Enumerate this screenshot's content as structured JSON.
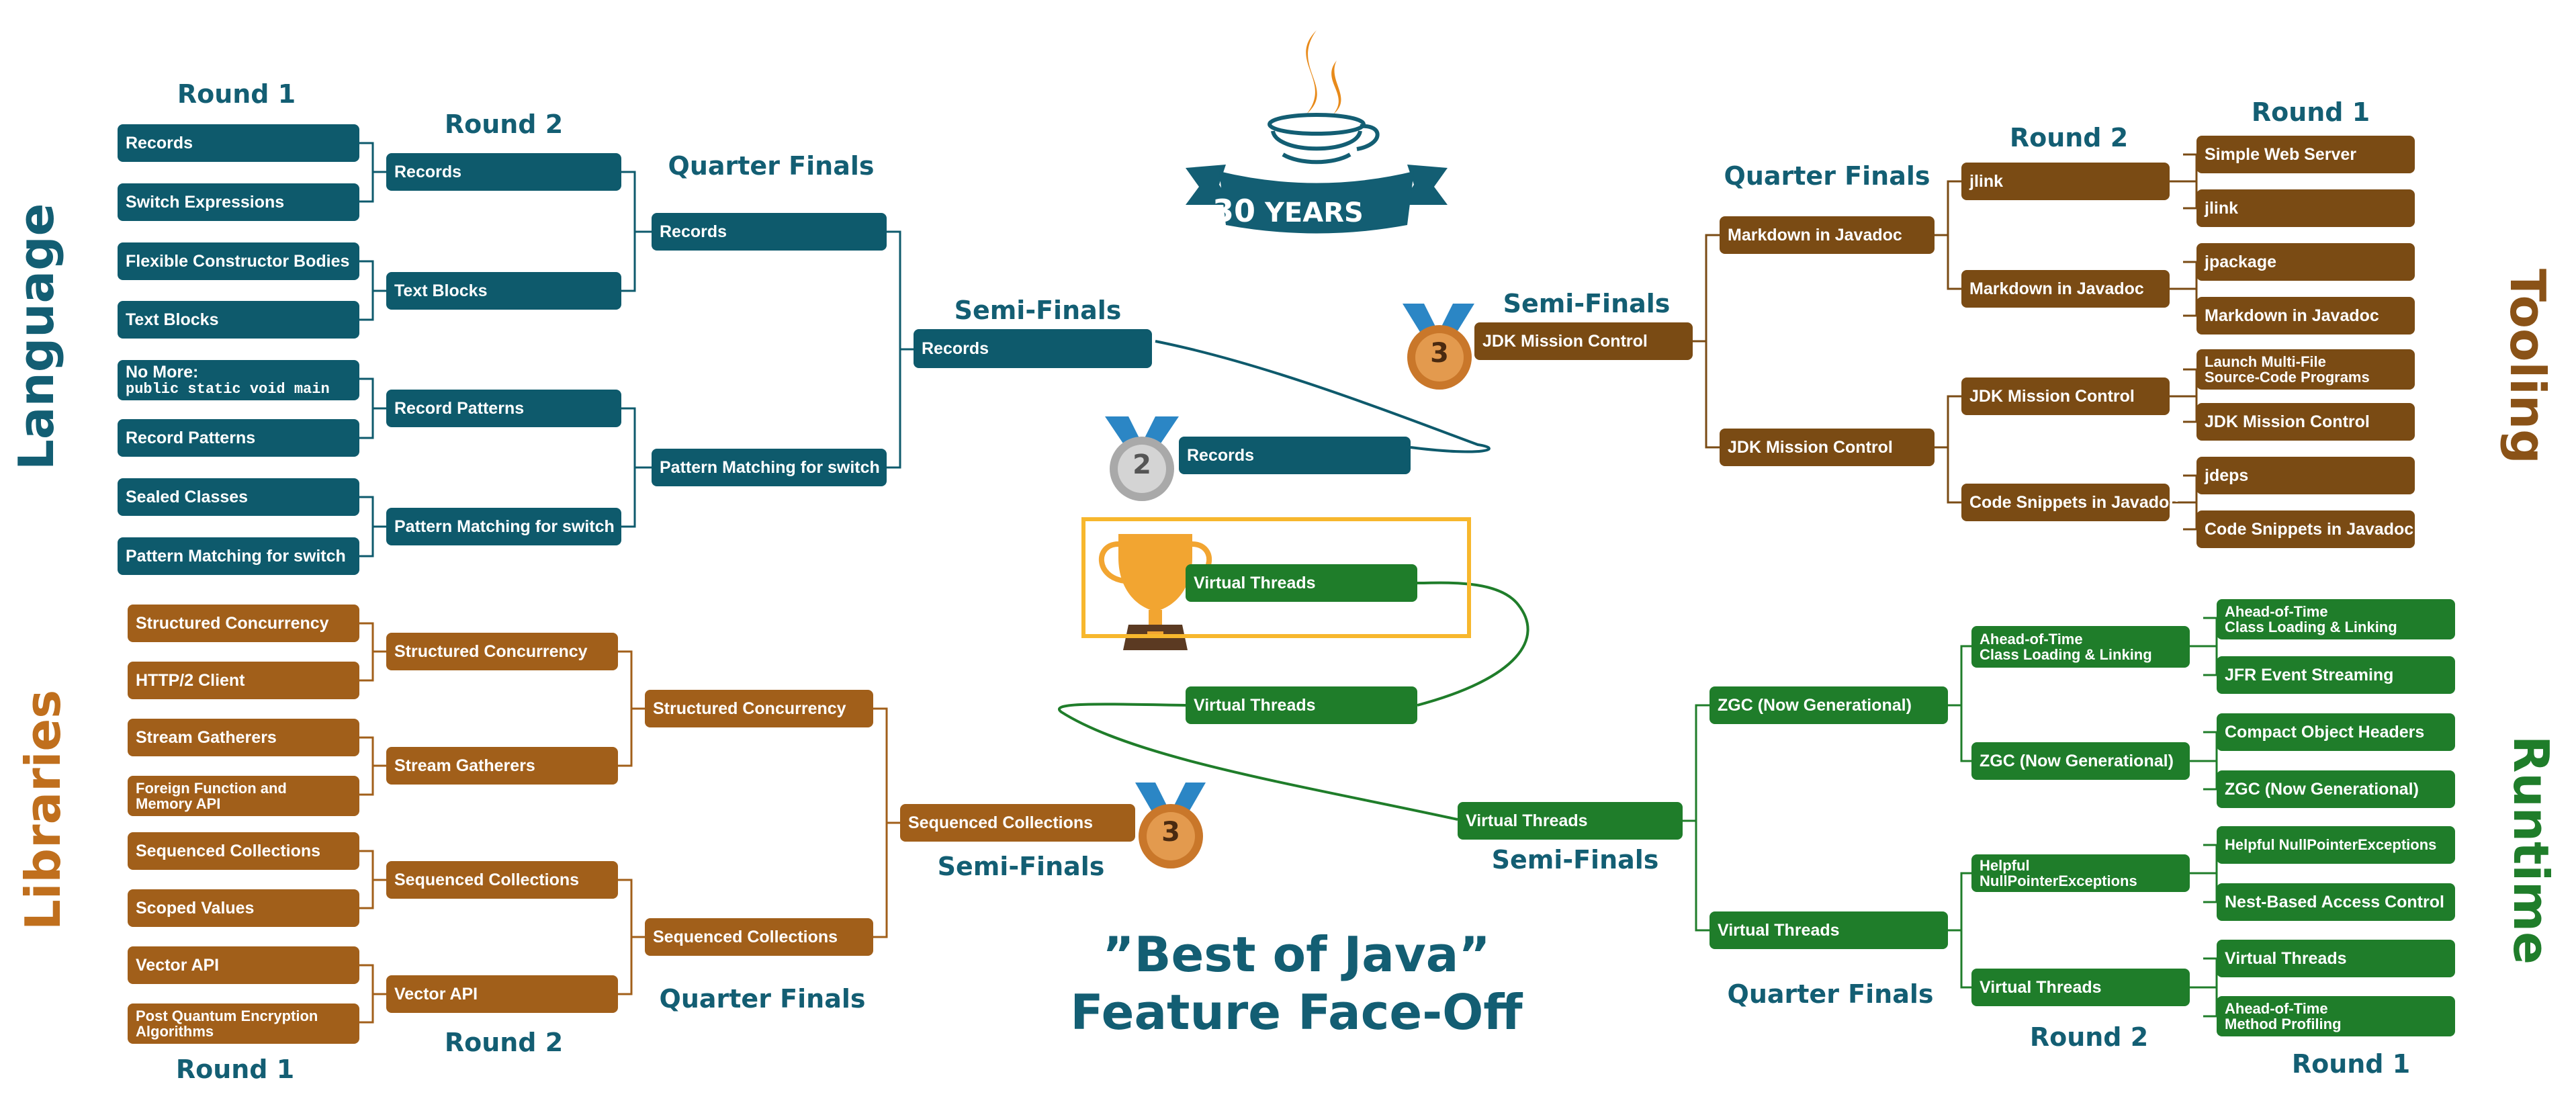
{
  "title": {
    "line1": "”Best of Java”",
    "line2": "Feature Face-Off"
  },
  "anniversary": {
    "number": "30",
    "word": "YEARS"
  },
  "round_labels": {
    "round1": "Round 1",
    "round2": "Round 2",
    "quarter_finals": "Quarter Finals",
    "semi_finals": "Semi-Finals"
  },
  "regions": {
    "language": "Language",
    "libraries": "Libraries",
    "tooling": "Tooling",
    "runtime": "Runtime"
  },
  "medals": {
    "second": "2",
    "third": "3"
  },
  "language": {
    "round1": [
      "Records",
      "Switch Expressions",
      "Flexible Constructor Bodies",
      "Text Blocks",
      "No More:",
      "public static void main",
      "Record Patterns",
      "Sealed Classes",
      "Pattern Matching for switch"
    ],
    "round2": [
      "Records",
      "Text Blocks",
      "Record Patterns",
      "Pattern Matching for switch"
    ],
    "quarter": [
      "Records",
      "Pattern Matching for switch"
    ],
    "semi": "Records"
  },
  "libraries": {
    "round1": [
      "Structured Concurrency",
      "HTTP/2 Client",
      "Stream Gatherers",
      "Foreign Function and\nMemory API",
      "Sequenced Collections",
      "Scoped Values",
      "Vector API",
      "Post Quantum Encryption\nAlgorithms"
    ],
    "round2": [
      "Structured Concurrency",
      "Stream Gatherers",
      "Sequenced Collections",
      "Vector API"
    ],
    "quarter": [
      "Structured Concurrency",
      "Sequenced Collections"
    ],
    "semi": "Sequenced Collections"
  },
  "tooling": {
    "round1": [
      "Simple Web Server",
      "jlink",
      "jpackage",
      "Markdown in Javadoc",
      "Launch Multi-File\nSource-Code Programs",
      "JDK Mission Control",
      "jdeps",
      "Code Snippets in Javadoc"
    ],
    "round2": [
      "jlink",
      "Markdown in Javadoc",
      "JDK Mission Control",
      "Code Snippets in Javadoc"
    ],
    "quarter": [
      "Markdown in Javadoc",
      "JDK Mission Control"
    ],
    "semi": "JDK Mission Control"
  },
  "runtime": {
    "round1": [
      "Ahead-of-Time\nClass Loading & Linking",
      "JFR Event Streaming",
      "Compact Object Headers",
      "ZGC (Now Generational)",
      "Helpful NullPointerExceptions",
      "Nest-Based Access Control",
      "Virtual Threads",
      "Ahead-of-Time\nMethod Profiling"
    ],
    "round2": [
      "Ahead-of-Time\nClass Loading & Linking",
      "ZGC (Now Generational)",
      "Helpful NullPointerExceptions",
      "Virtual Threads"
    ],
    "quarter": [
      "ZGC (Now Generational)",
      "Virtual Threads"
    ],
    "semi": "Virtual Threads"
  },
  "center": {
    "second_place": "Records",
    "champion": "Virtual Threads",
    "final_entry": "Virtual Threads"
  },
  "colors": {
    "language": "#0e5a6c",
    "libraries": "#a15f1a",
    "tooling": "#7a4b14",
    "runtime": "#1f7d2a",
    "label": "#135e73",
    "highlight": "#f7b72d"
  },
  "icons": [
    "java-cup-logo",
    "silver-medal-icon",
    "bronze-medal-icon",
    "trophy-icon"
  ]
}
